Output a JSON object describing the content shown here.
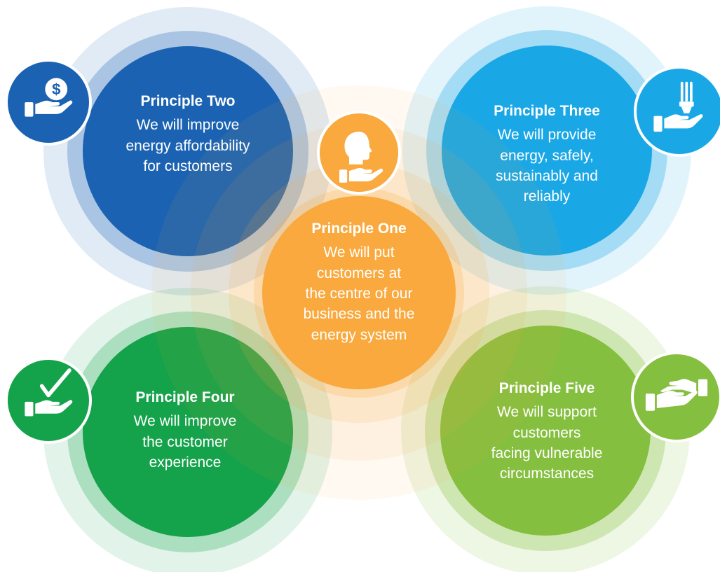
{
  "principles": [
    {
      "id": "one",
      "title": "Principle One",
      "description": "We will put\ncustomers at\nthe centre of our\nbusiness and the\nenergy system",
      "color": "#F9A93D",
      "icon": "person-head-in-hand-icon"
    },
    {
      "id": "two",
      "title": "Principle Two",
      "description": "We will improve\nenergy affordability\nfor customers",
      "color": "#1B63B2",
      "icon": "dollar-coin-in-hand-icon"
    },
    {
      "id": "three",
      "title": "Principle Three",
      "description": "We will provide\nenergy, safely,\nsustainably and\nreliably",
      "color": "#1AA7E6",
      "icon": "light-bulb-in-hand-icon"
    },
    {
      "id": "four",
      "title": "Principle Four",
      "description": "We will improve\nthe customer\nexperience",
      "color": "#14A24A",
      "icon": "checkmark-in-hand-icon"
    },
    {
      "id": "five",
      "title": "Principle Five",
      "description": "We will support\ncustomers\nfacing vulnerable\ncircumstances",
      "color": "#85BF3F",
      "icon": "handshake-icon"
    }
  ]
}
